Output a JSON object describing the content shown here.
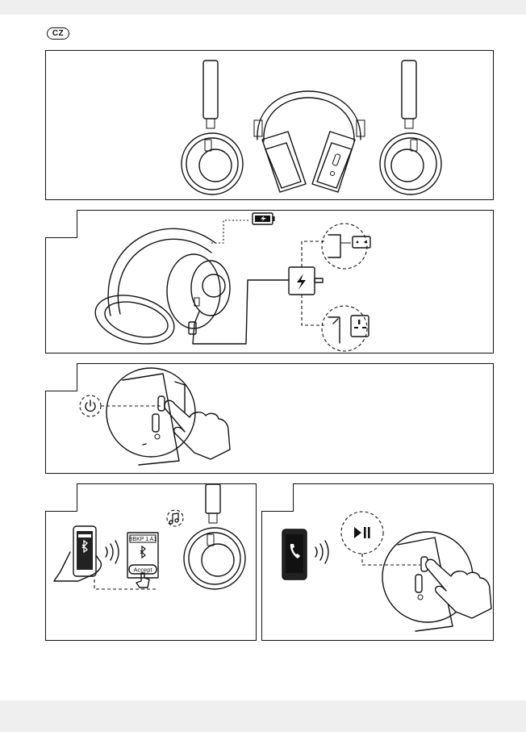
{
  "page": {
    "language_code": "CZ"
  },
  "panels": {
    "pairing": {
      "device_name": "BBKP 1 A1",
      "accept_label": "Accept"
    }
  },
  "icons": {
    "charging": "battery-charging-icon",
    "adapter": "lightning-icon",
    "power": "power-icon",
    "music": "music-note-icon",
    "bluetooth": "bluetooth-icon",
    "phone": "phone-icon",
    "play_pause": "play-pause-icon"
  }
}
